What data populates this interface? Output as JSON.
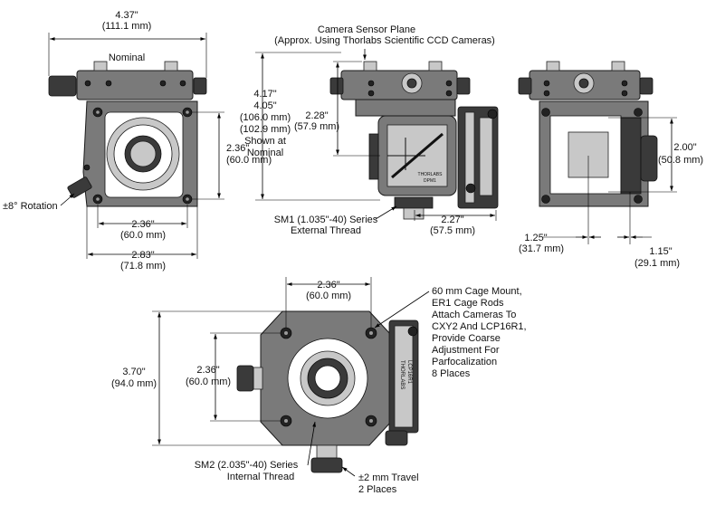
{
  "view_front": {
    "width_in": "4.37\"",
    "width_mm": "(111.1 mm)",
    "width_note": "Nominal",
    "cage_in": "2.36\"",
    "cage_mm": "(60.0 mm)",
    "hcage_in": "2.36\"",
    "hcage_mm": "(60.0 mm)",
    "base_in": "2.83\"",
    "base_mm": "(71.8 mm)",
    "rotation": "±8° Rotation"
  },
  "view_side": {
    "sensor_title": "Camera Sensor Plane",
    "sensor_sub": "(Approx. Using Thorlabs Scientific CCD Cameras)",
    "h1": "4.17\"",
    "h2": "4.05\"",
    "h1_mm": "(106.0 mm)",
    "h2_mm": "(102.9 mm)",
    "h_note1": "Shown at",
    "h_note2": "Nominal",
    "sensor_in": "2.28\"",
    "sensor_mm": "(57.9 mm)",
    "sm1_line1": "SM1 (1.035\"-40) Series",
    "sm1_line2": "External Thread",
    "depth_in": "2.27\"",
    "depth_mm": "(57.5 mm)",
    "brand": "THORLABS",
    "model": "DPM1"
  },
  "view_rear": {
    "h_in": "2.00\"",
    "h_mm": "(50.8 mm)",
    "off1_in": "1.25\"",
    "off1_mm": "(31.7 mm)",
    "off2_in": "1.15\"",
    "off2_mm": "(29.1 mm)"
  },
  "view_bottom": {
    "top_in": "2.36\"",
    "top_mm": "(60.0 mm)",
    "height_in": "3.70\"",
    "height_mm": "(94.0 mm)",
    "cage_in": "2.36\"",
    "cage_mm": "(60.0 mm)",
    "cage_note": [
      "60 mm Cage Mount,",
      "ER1 Cage Rods",
      "Attach Cameras To",
      "CXY2 And LCP16R1,",
      "Provide Coarse",
      "Adjustment For",
      "Parfocalization",
      "8 Places"
    ],
    "sm2_line1": "SM2 (2.035\"-40) Series",
    "sm2_line2": "Internal Thread",
    "travel_line1": "±2 mm Travel",
    "travel_line2": "2 Places",
    "brand": "THORLABS",
    "model": "LCP16R1"
  }
}
